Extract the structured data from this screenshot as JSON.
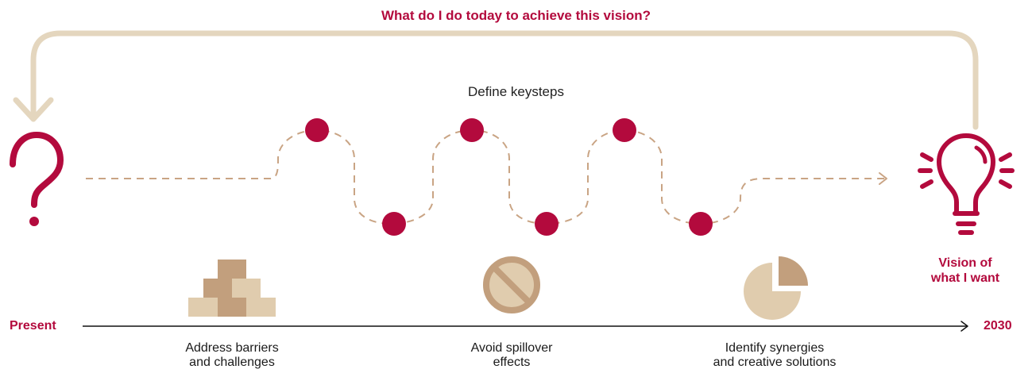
{
  "title": "What do I do today to achieve this vision?",
  "subtitle": "Define keysteps",
  "timeline": {
    "start_label": "Present",
    "end_label": "2030"
  },
  "vision": {
    "line1": "Vision of",
    "line2": "what I want"
  },
  "steps": [
    {
      "line1": "Address barriers",
      "line2": "and challenges",
      "icon": "blocks-icon"
    },
    {
      "line1": "Avoid spillover",
      "line2": "effects",
      "icon": "prohibition-icon"
    },
    {
      "line1": "Identify synergies",
      "line2": "and creative solutions",
      "icon": "pie-chart-icon"
    }
  ],
  "colors": {
    "accent": "#b30a3d",
    "tan": "#e0ccae",
    "tan_dark": "#c29f7d",
    "path": "#c9a484"
  }
}
